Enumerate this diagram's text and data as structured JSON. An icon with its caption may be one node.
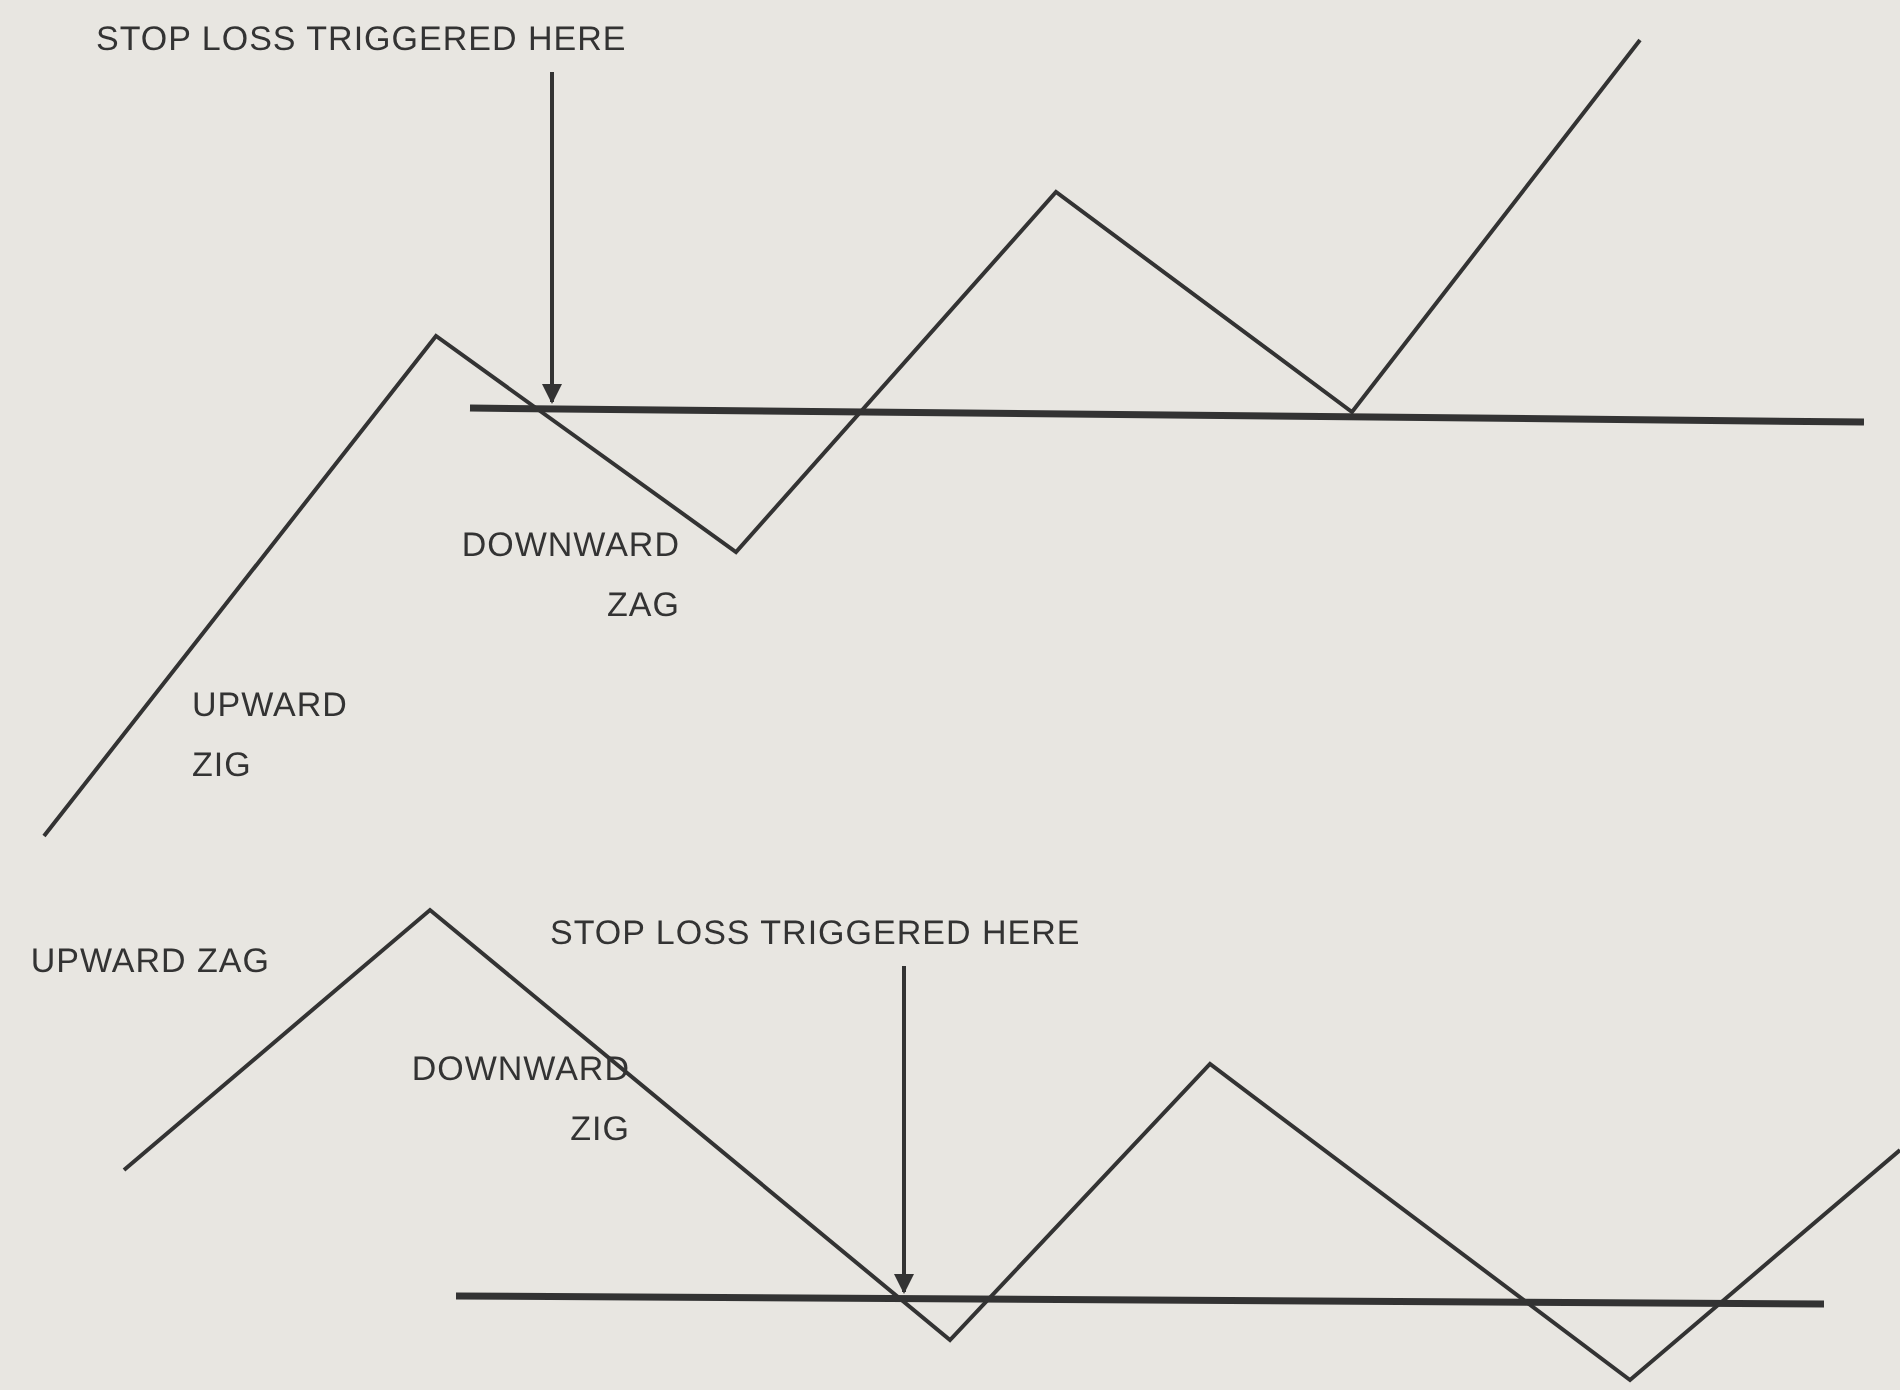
{
  "diagram": {
    "nodes": [
      {
        "text": [
          "STOP LOSS TRIGGERED HERE"
        ]
      },
      {
        "text": [
          "STOP LOSS TRIGGERED HERE"
        ]
      }
    ],
    "edges": [
      {
        "from": 0,
        "to": null,
        "arrow": "to"
      },
      {
        "from": 1,
        "to": null,
        "arrow": "to"
      }
    ],
    "labels": [
      "DOWNWARD ZAG",
      "UPWARD ZIG",
      "UPWARD ZAG",
      "DOWNWARD ZIG"
    ]
  }
}
